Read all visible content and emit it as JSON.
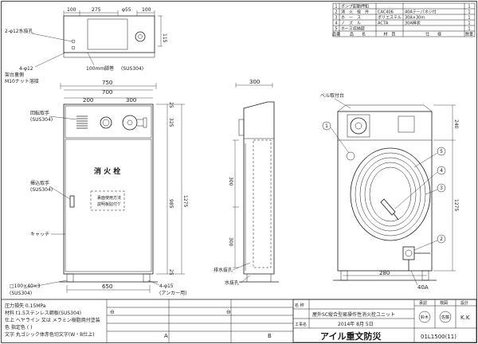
{
  "parts_table": {
    "header": [
      "品番",
      "品　　名",
      "材　質",
      "仕　　様",
      "数量"
    ],
    "rows": [
      [
        "1",
        "ポンプ起動押釦",
        "",
        "",
        "1"
      ],
      [
        "2",
        "消　火　栓　弁",
        "CAC406",
        "40Aテーパネジ付",
        "1"
      ],
      [
        "3",
        "ホ　ー　ス",
        "ポリエステル",
        "30A×30m",
        "1"
      ],
      [
        "4",
        "ノ　ズ　ル",
        "AC7A",
        "30A棒状",
        "1"
      ],
      [
        "5",
        "ホース収納部",
        "",
        "",
        "1"
      ]
    ]
  },
  "top_view": {
    "dims": [
      "100",
      "275",
      "φ55",
      "100",
      "115"
    ],
    "notes": [
      "2-φ12水抜孔",
      "4-φ12",
      "100mm脚巻"
    ],
    "note_material": "(SUS304)"
  },
  "front_view": {
    "dims_top": [
      "750",
      "700",
      "200",
      "300"
    ],
    "dims_right": [
      "25",
      "325",
      "1275",
      "985",
      "25"
    ],
    "dims_bottom": [
      "650",
      "□100×40×3",
      "(SUS304)",
      "4-φ15",
      "(アンカー用)"
    ],
    "labels": {
      "anchor": "架台裏側",
      "anchor_sub": "M10ナット溶接",
      "rotate_handle": "回転取手",
      "rotate_handle_sub": "(SUS304)",
      "lock_handle": "揮込取手",
      "lock_handle_sub": "(SUS304)",
      "kick": "キャッチ",
      "door_text": "消 火 栓",
      "sign_line1": "裏面使用方法",
      "sign_line2": "説明板貼付ケ"
    }
  },
  "side_view": {
    "dims_top": [
      "300"
    ],
    "dims_left": [
      "300",
      "300"
    ],
    "labels": [
      "排水抜孔",
      "水抜孔"
    ]
  },
  "right_view": {
    "dims": [
      "240",
      "1275",
      "280",
      "40A"
    ],
    "labels": {
      "bell": "ベル取付台"
    },
    "callouts": [
      "1",
      "5",
      "4",
      "3",
      "2"
    ]
  },
  "spec_notes": [
    "圧力損失  0.15MPa",
    "材料  t1.5ステンレス鋼板(SUS304)",
    "仕上  ヘヤライン 又は メラミン樹脂焼付塗装",
    "色  指定色 (          )",
    "文字  丸ゴシック体赤色切文字(W・B仕上)"
  ],
  "title_block": {
    "name_label": "名 称",
    "name": "屋外SC縦合型易操作性消火栓ユニット",
    "proj_label": "工事名",
    "date": "2014年 8月 5日",
    "approve": "承認",
    "inspect": "検図",
    "draw": "設計",
    "stamp1": "鈴木",
    "stamp2": "佐藤",
    "initials": "K.K",
    "company": "アイル重文防災",
    "drawing_no": "01L1500(11)",
    "rev_marks": [
      "A",
      "B"
    ]
  },
  "colors": {
    "line": "#1a1a1a",
    "paper": "#ffffff"
  }
}
